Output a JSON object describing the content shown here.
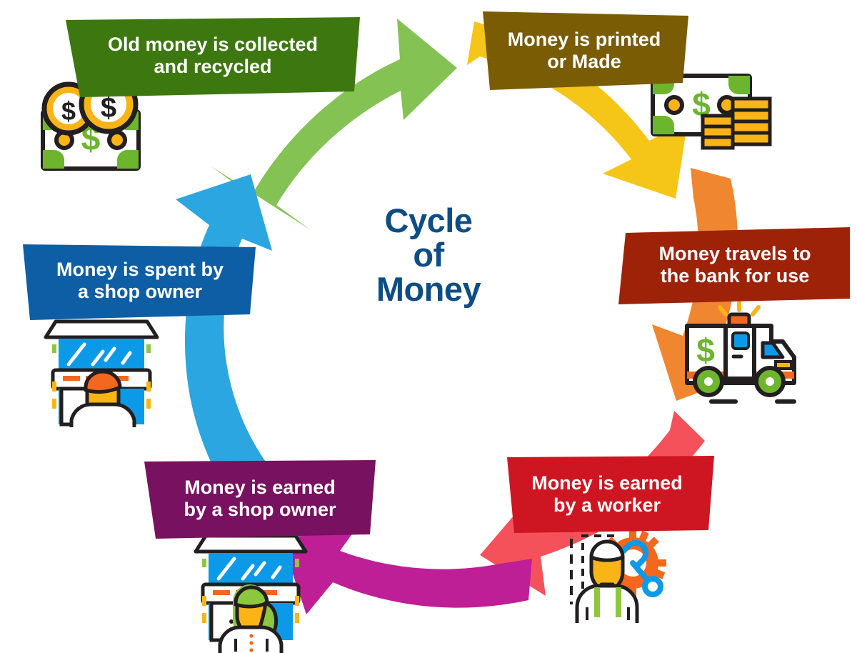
{
  "title": "Cycle of Money",
  "center": {
    "lines": [
      "Cycle",
      "of",
      "Money"
    ],
    "color": "#0d4d85"
  },
  "diagram": {
    "type": "cycle",
    "direction": "clockwise-from-top",
    "step_count": 6,
    "background": "#ffffff"
  },
  "steps": [
    {
      "id": "printed",
      "label_lines": [
        "Money is printed",
        "or Made"
      ],
      "banner_color": "#7a5c05",
      "arrow_color": "#f5c518",
      "icon": "banknote-with-coin-stacks-icon",
      "position": "top-right"
    },
    {
      "id": "bank",
      "label_lines": [
        "Money travels to",
        "the bank for use"
      ],
      "banner_color": "#9e2208",
      "arrow_color": "#f0862f",
      "icon": "armored-money-truck-icon",
      "position": "right"
    },
    {
      "id": "worker",
      "label_lines": [
        "Money is earned",
        "by a worker"
      ],
      "banner_color": "#cd1622",
      "arrow_color": "#f4515b",
      "icon": "worker-with-gear-wrench-icon",
      "position": "bottom-right"
    },
    {
      "id": "shop-earned",
      "label_lines": [
        "Money is earned",
        "by a shop owner"
      ],
      "banner_color": "#78115f",
      "arrow_color": "#be1e96",
      "icon": "female-shop-owner-icon",
      "position": "bottom-left"
    },
    {
      "id": "shop-spent",
      "label_lines": [
        "Money is spent by",
        "a shop owner"
      ],
      "banner_color": "#0d5ea4",
      "arrow_color": "#2ba6e0",
      "icon": "male-shop-owner-icon",
      "position": "left"
    },
    {
      "id": "recycled",
      "label_lines": [
        "Old money is collected",
        "and recycled"
      ],
      "banner_color": "#3d7710",
      "arrow_color": "#84c254",
      "icon": "banknote-with-coins-icon",
      "position": "top-left"
    }
  ],
  "palette": {
    "green_light": "#84c254",
    "green_dark": "#3d7710",
    "yellow": "#f5c518",
    "olive": "#7a5c05",
    "orange": "#f0862f",
    "rust": "#9e2208",
    "red_light": "#f4515b",
    "red_dark": "#cd1622",
    "magenta": "#be1e96",
    "purple": "#78115f",
    "blue_light": "#2ba6e0",
    "blue_dark": "#0d5ea4",
    "title_blue": "#0d4d85",
    "white": "#ffffff"
  }
}
